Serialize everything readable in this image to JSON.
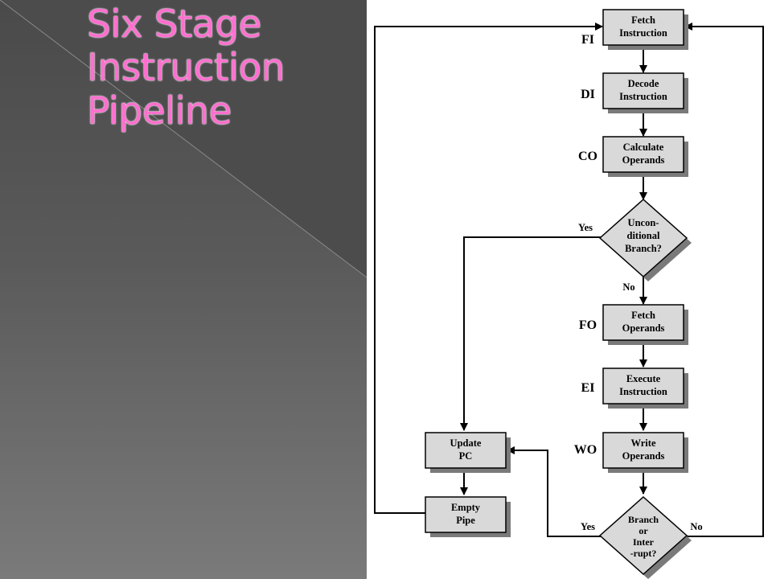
{
  "slide": {
    "title_lines": [
      "Six Stage",
      "Instruction",
      "Pipeline"
    ],
    "colors": {
      "title": "#ff6fcf",
      "panel": "#595959",
      "box_fill": "#d9d9d9",
      "box_shadow": "#7a7a7a"
    }
  },
  "flowchart": {
    "nodes": {
      "fetch_instruction": [
        "Fetch",
        "Instruction"
      ],
      "decode_instruction": [
        "Decode",
        "Instruction"
      ],
      "calculate_operands": [
        "Calculate",
        "Operands"
      ],
      "unconditional_branch": [
        "Uncon-",
        "ditional",
        "Branch?"
      ],
      "fetch_operands": [
        "Fetch",
        "Operands"
      ],
      "execute_instruction": [
        "Execute",
        "Instruction"
      ],
      "write_operands": [
        "Write",
        "Operands"
      ],
      "branch_or_interrupt": [
        "Branch",
        "or",
        "Inter",
        "-rupt?"
      ],
      "update_pc": [
        "Update",
        "PC"
      ],
      "empty_pipe": [
        "Empty",
        "Pipe"
      ]
    },
    "stage_labels": {
      "fi": "FI",
      "di": "DI",
      "co": "CO",
      "fo": "FO",
      "ei": "EI",
      "wo": "WO"
    },
    "branch_labels": {
      "uncond_yes": "Yes",
      "uncond_no": "No",
      "interrupt_yes": "Yes",
      "interrupt_no": "No"
    }
  }
}
